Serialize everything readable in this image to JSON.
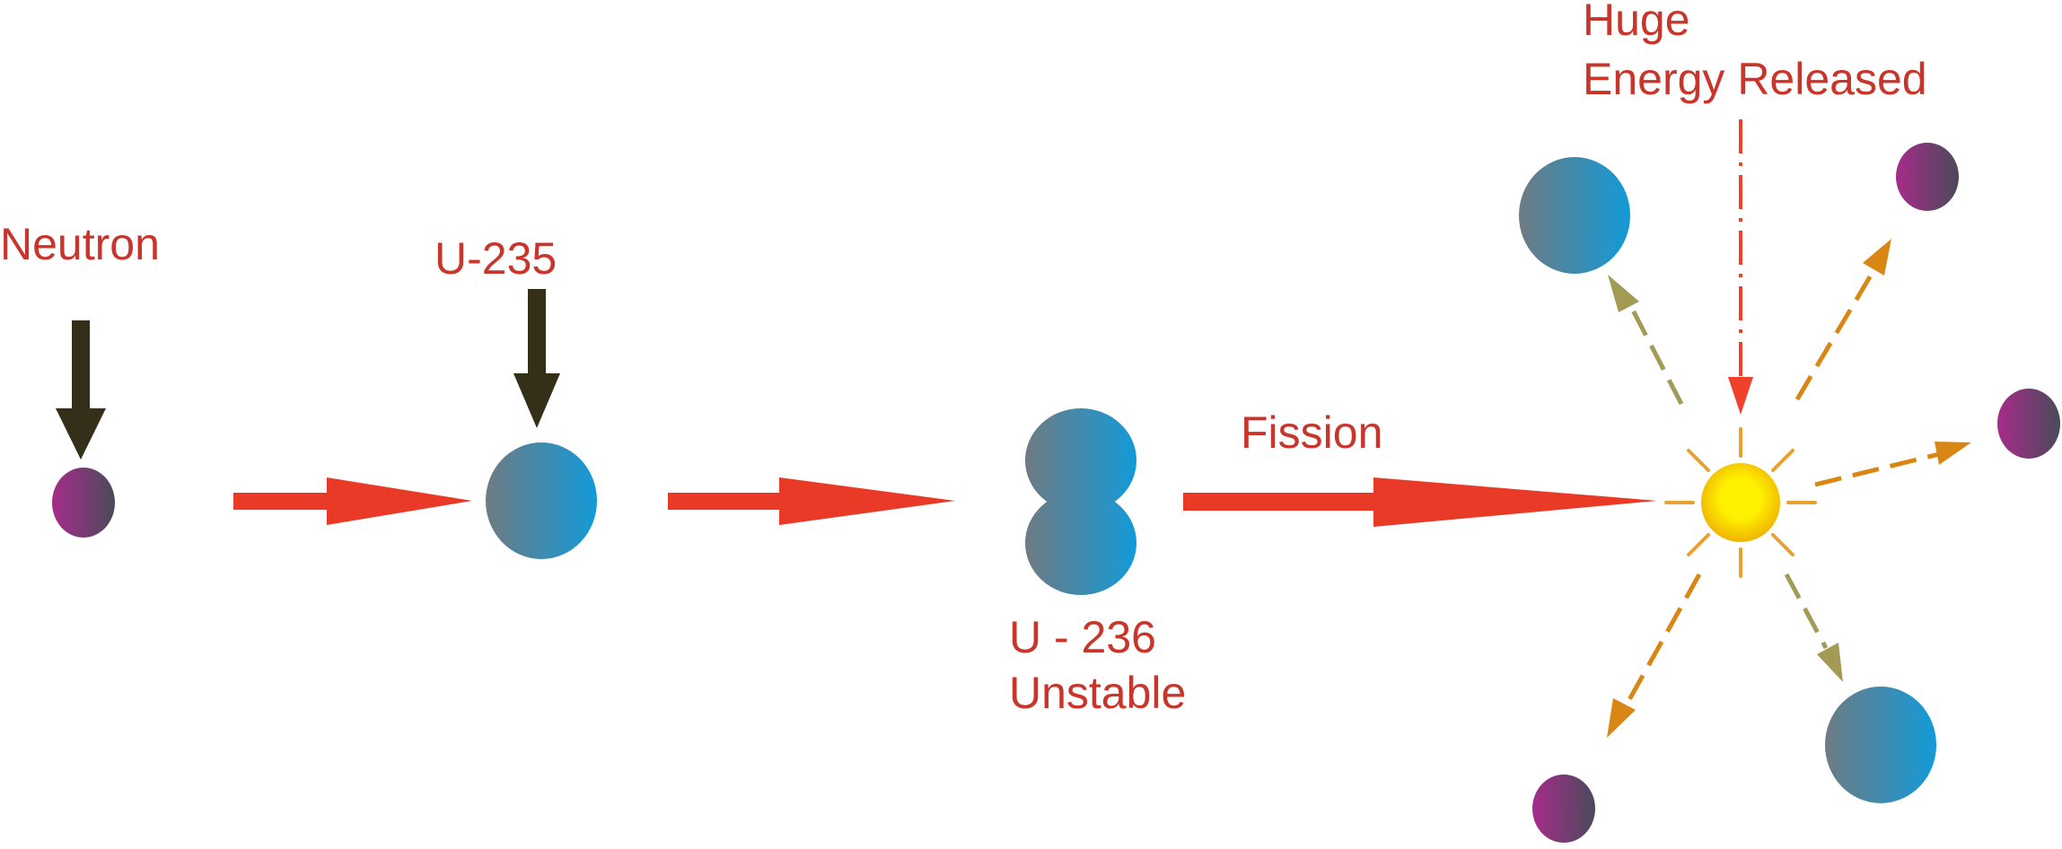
{
  "labels": {
    "neutron": "Neutron",
    "u235": "U-235",
    "u236": "U - 236",
    "unstable": "Unstable",
    "fission": "Fission",
    "huge": "Huge",
    "energy_released": "Energy Released"
  },
  "colors": {
    "label_text": "#c9352b",
    "flow_arrow": "#e83a26",
    "pointer_arrow": "#332f19",
    "energy_arrow": "#f0412c",
    "neutron_start": "#a62c8a",
    "neutron_end": "#4a4a5a",
    "nucleus_start": "#6e7b83",
    "nucleus_end": "#129ad8",
    "core_center": "#fff200",
    "core_edge": "#f0b400",
    "ray": "#e8a030",
    "debris_arrow_olive": "#a39a55",
    "debris_arrow_orange": "#d98714"
  },
  "icons": {
    "neutron": "neutron-particle-icon",
    "nucleus": "uranium-nucleus-icon",
    "energy": "energy-burst-icon"
  }
}
